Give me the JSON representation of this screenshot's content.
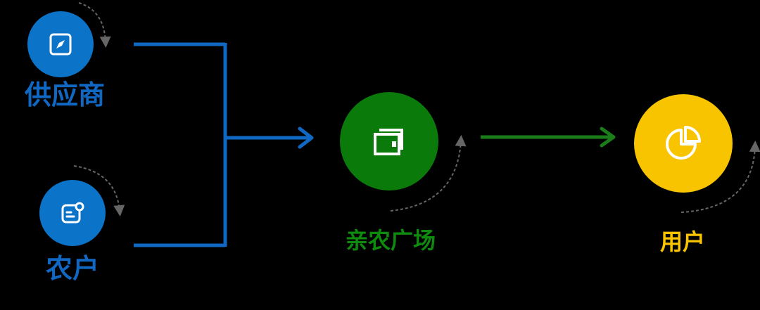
{
  "nodes": {
    "supplier": {
      "label": "供应商",
      "color": "#0b73c8",
      "icon": "compass-icon"
    },
    "farmer": {
      "label": "农户",
      "color": "#0b73c8",
      "icon": "profile-card-icon"
    },
    "plaza": {
      "label": "亲农广场",
      "color": "#0a7a0a",
      "icon": "wallet-icon"
    },
    "user": {
      "label": "用户",
      "color": "#f8c400",
      "icon": "pie-chart-icon"
    }
  },
  "colors": {
    "blue_connector": "#1168c2",
    "green_arrow": "#1a7d1a",
    "dashed_arc": "#666666",
    "background": "#000000"
  }
}
